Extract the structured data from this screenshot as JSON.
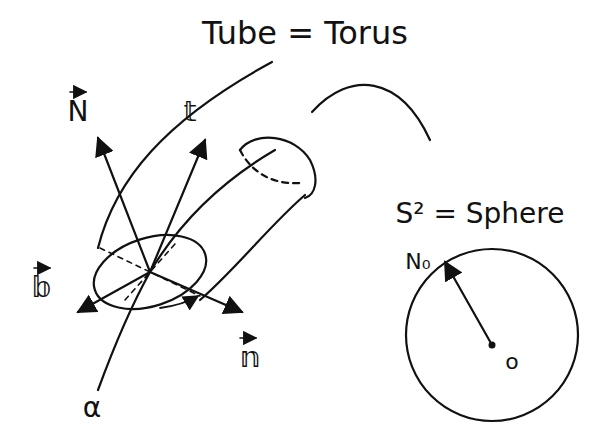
{
  "diagram": {
    "title": "Tube = Torus",
    "labels": [
      "N",
      "𝕥",
      "𝕓",
      "𝕟",
      "α",
      "S² = Sphere",
      "N₀",
      "o"
    ]
  }
}
